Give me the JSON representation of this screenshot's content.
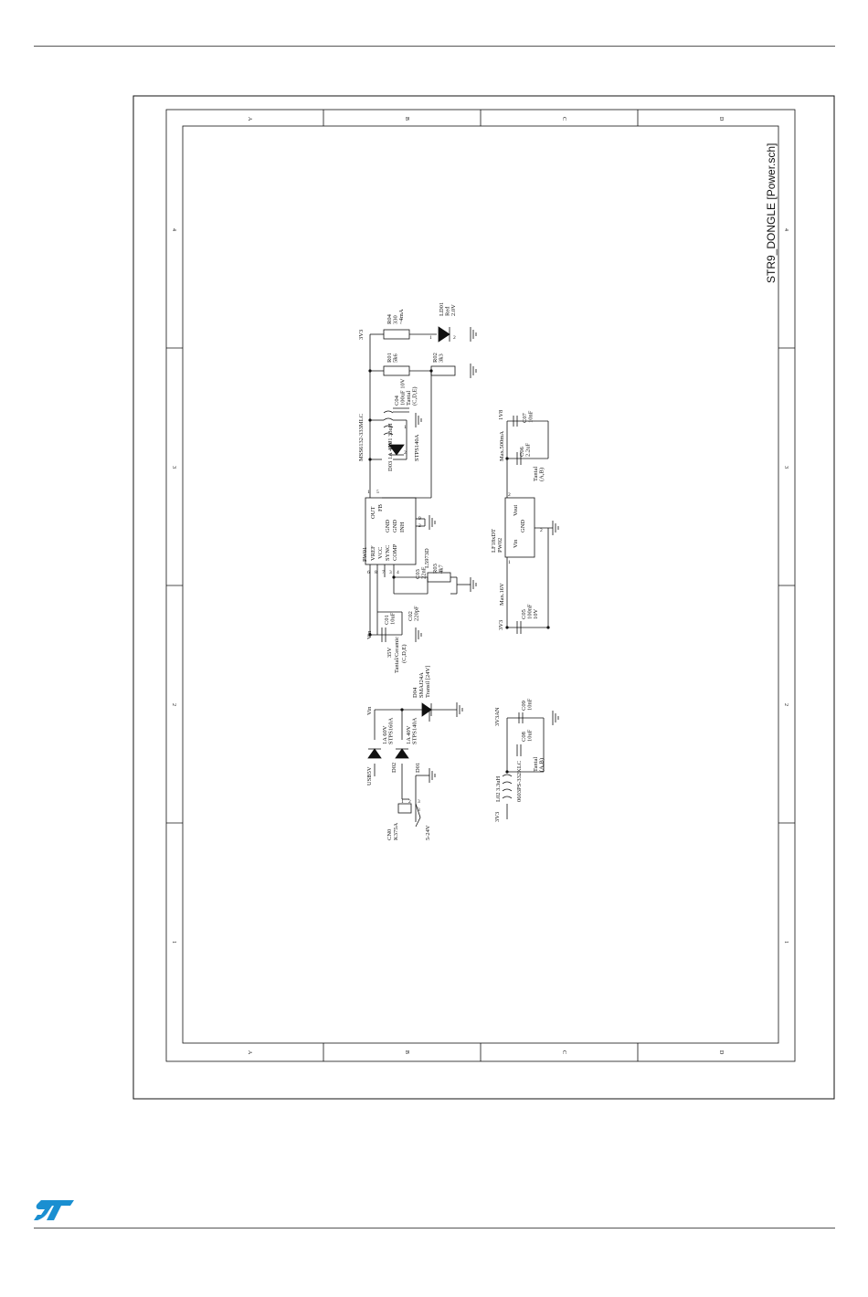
{
  "sheet_title": "STR9_DONGLE [Power.sch]",
  "zone_letters": [
    "A",
    "B",
    "C",
    "D"
  ],
  "zone_numbers": [
    "4",
    "3",
    "2",
    "1"
  ],
  "colors": {
    "logo": "#1a8fd1",
    "line": "#111111"
  },
  "components": [
    {
      "id": "r04",
      "lines": [
        "R04",
        "330",
        "~4mA"
      ]
    },
    {
      "id": "ld01",
      "lines": [
        "LD01",
        "Red",
        "2.0V"
      ]
    },
    {
      "id": "r01",
      "lines": [
        "R01",
        "5k6"
      ]
    },
    {
      "id": "r02",
      "lines": [
        "R02",
        "3k3"
      ]
    },
    {
      "id": "c04",
      "lines": [
        "C04",
        "100uF 10V",
        "Tantal",
        "(C,D,E)"
      ]
    },
    {
      "id": "l01",
      "lines": [
        "MSS6132-333MLC",
        "L01 33uH",
        "D03 1A 40V",
        "STPS140A"
      ]
    },
    {
      "id": "pw01",
      "lines": [
        "PW01"
      ]
    },
    {
      "id": "pw01pins",
      "lines": [
        "OUT",
        "FB",
        "GND",
        "GND",
        "INH",
        "VREF",
        "VCC",
        "SYNC",
        "COMP"
      ]
    },
    {
      "id": "c03",
      "lines": [
        "C03",
        "22nF"
      ]
    },
    {
      "id": "r03",
      "lines": [
        "R03",
        "4k7",
        "L5973D"
      ]
    },
    {
      "id": "c01",
      "lines": [
        "C01",
        "10uF"
      ]
    },
    {
      "id": "c02",
      "lines": [
        "C02",
        "220pF"
      ]
    },
    {
      "id": "c01note",
      "lines": [
        "35V",
        "Tantal/Ceramic",
        "(C,D,E)"
      ]
    },
    {
      "id": "d04",
      "lines": [
        "D04",
        "SMAJ24A",
        "Transil [24V]"
      ]
    },
    {
      "id": "d02",
      "lines": [
        "1A 60V",
        "STPS160A",
        "D02"
      ]
    },
    {
      "id": "d01",
      "lines": [
        "1A 40V",
        "STPS140A",
        "D01"
      ]
    },
    {
      "id": "cn0",
      "lines": [
        "CN0",
        "K375A",
        "5-24V"
      ]
    },
    {
      "id": "c07",
      "lines": [
        "C07",
        "10nF"
      ]
    },
    {
      "id": "c06",
      "lines": [
        "C06",
        "2.2uF",
        "Tantal",
        "(A,B)"
      ]
    },
    {
      "id": "pw02",
      "lines": [
        "LF18xDT",
        "PW02"
      ]
    },
    {
      "id": "pw02pins",
      "lines": [
        "Vout",
        "GND",
        "Vin"
      ]
    },
    {
      "id": "c05",
      "lines": [
        "C05",
        "100nF",
        "10V"
      ]
    },
    {
      "id": "c09",
      "lines": [
        "C09",
        "10nF"
      ]
    },
    {
      "id": "c08",
      "lines": [
        "C08",
        "10uF",
        "Tantal",
        "(A,B)"
      ]
    },
    {
      "id": "l02",
      "lines": [
        "L02 3.3uH",
        "0603PS-332KLC"
      ]
    }
  ],
  "net_labels": [
    "3V3",
    "Vin",
    "USB5V",
    "1V8",
    "3V3",
    "3V3AN",
    "3V3",
    "Max.500mA",
    "Max.16V"
  ],
  "pins": [
    "6",
    "8",
    "7",
    "3",
    "4",
    "1",
    "5",
    "9",
    "2",
    "1",
    "2",
    "3",
    "1",
    "3",
    "2",
    "2",
    "1",
    "2",
    "2",
    "1",
    "1",
    "2"
  ]
}
